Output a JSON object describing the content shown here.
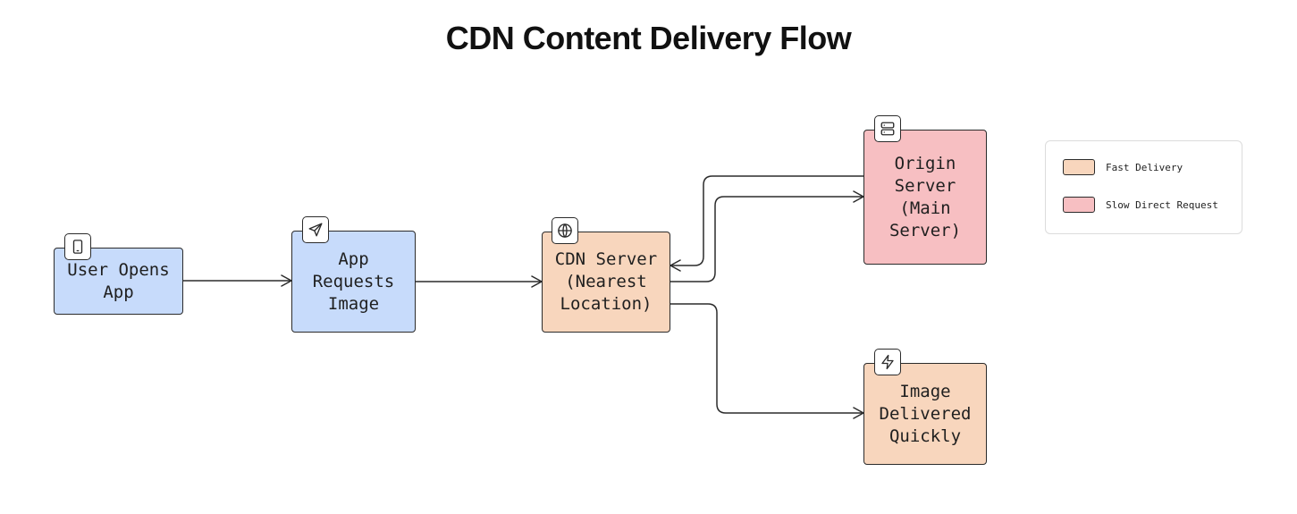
{
  "title": "CDN Content Delivery Flow",
  "colors": {
    "request_fill": "#c7dbfb",
    "fast_fill": "#f8d6bd",
    "slow_fill": "#f7bfc2",
    "stroke": "#2b2b2b"
  },
  "nodes": [
    {
      "id": "user",
      "label": "User Opens\nApp",
      "icon": "phone-icon",
      "category": "request"
    },
    {
      "id": "request",
      "label": "App\nRequests\nImage",
      "icon": "send-icon",
      "category": "request"
    },
    {
      "id": "cdn",
      "label": "CDN Server\n(Nearest\nLocation)",
      "icon": "globe-icon",
      "category": "fast"
    },
    {
      "id": "origin",
      "label": "Origin\nServer\n(Main\nServer)",
      "icon": "server-icon",
      "category": "slow"
    },
    {
      "id": "delivered",
      "label": "Image\nDelivered\nQuickly",
      "icon": "zap-icon",
      "category": "fast"
    }
  ],
  "edges": [
    {
      "from": "user",
      "to": "request"
    },
    {
      "from": "request",
      "to": "cdn"
    },
    {
      "from": "cdn",
      "to": "origin"
    },
    {
      "from": "origin",
      "to": "cdn"
    },
    {
      "from": "cdn",
      "to": "delivered"
    }
  ],
  "legend": {
    "items": [
      {
        "label": "Fast Delivery",
        "category": "fast"
      },
      {
        "label": "Slow Direct Request",
        "category": "slow"
      }
    ]
  }
}
